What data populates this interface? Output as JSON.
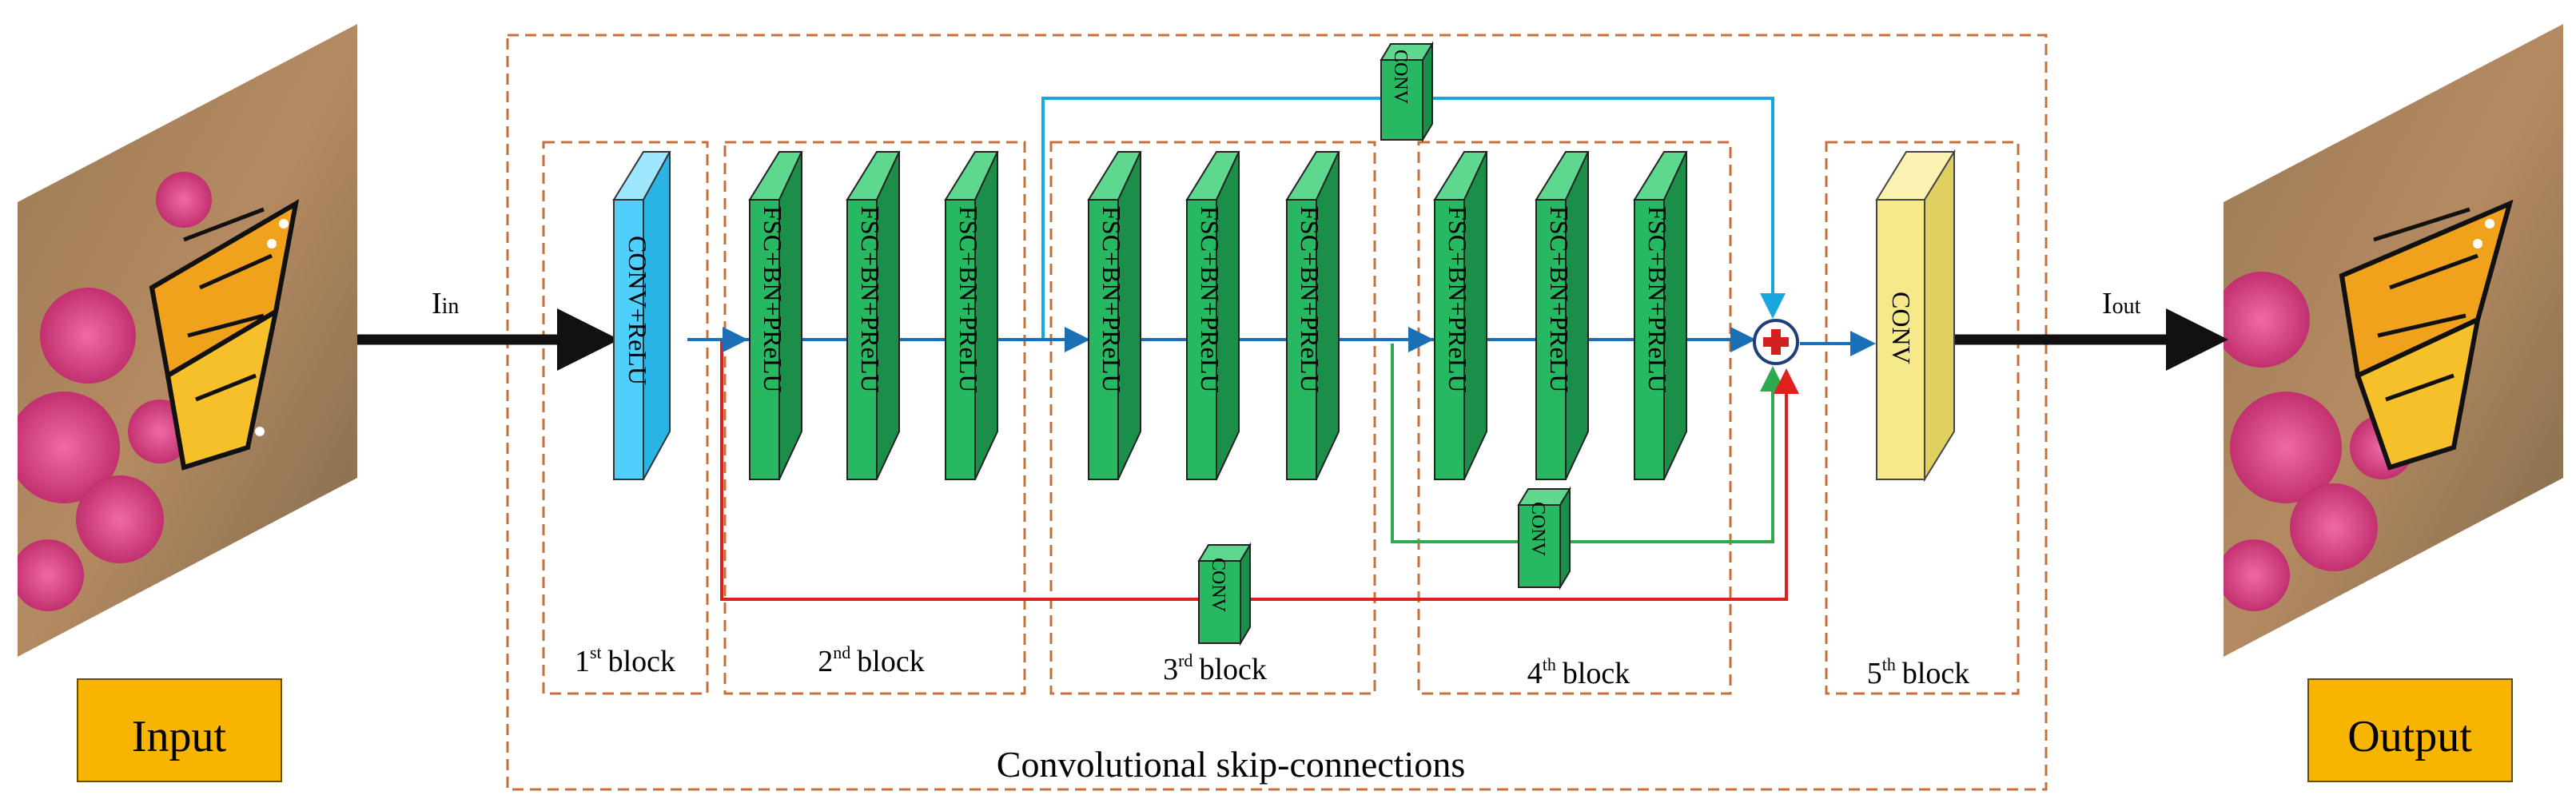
{
  "io": {
    "input_label": "Input",
    "output_label": "Output",
    "in_signal_main": "I",
    "in_signal_sub": "in",
    "out_signal_main": "I",
    "out_signal_sub": "out"
  },
  "blocks": [
    {
      "num": "1",
      "sup": "st",
      "word": "block"
    },
    {
      "num": "2",
      "sup": "nd",
      "word": "block"
    },
    {
      "num": "3",
      "sup": "rd",
      "word": "block"
    },
    {
      "num": "4",
      "sup": "th",
      "word": "block"
    },
    {
      "num": "5",
      "sup": "th",
      "word": "block"
    }
  ],
  "layers": {
    "conv_relu": "CONV+ReLU",
    "fsc_bn_prelu": "FSC+BN+PReLU",
    "conv": "CONV",
    "skip_conv": "CONV"
  },
  "outer_label": "Convolutional skip-connections",
  "colors": {
    "cyan_block": "#4fcffc",
    "green_block": "#27b862",
    "yellow_block": "#f5e98a",
    "io_box": "#f7b500",
    "dashed_border": "#c8703a",
    "blue_line": "#1b6fb5",
    "cyan_line": "#1aa7e0",
    "green_line": "#2fa84f",
    "red_line": "#e0201c"
  },
  "icons": {
    "input_image": "butterfly-photo",
    "output_image": "butterfly-photo",
    "sum": "plus-circle-icon"
  }
}
